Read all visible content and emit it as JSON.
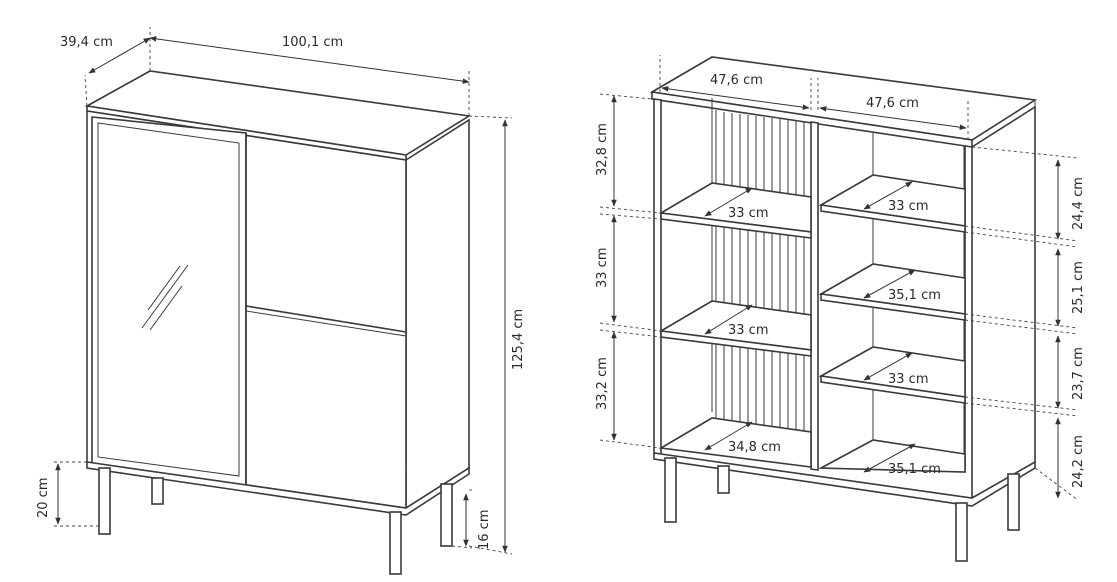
{
  "front_view": {
    "depth": "39,4 cm",
    "width": "100,1 cm",
    "total_height": "125,4 cm",
    "leg_height_front": "20 cm",
    "leg_height_back": "16 cm"
  },
  "open_view": {
    "left_width": "47,6 cm",
    "right_width": "47,6 cm",
    "left_heights": [
      "32,8 cm",
      "33 cm",
      "33,2 cm"
    ],
    "right_heights": [
      "24,4 cm",
      "25,1 cm",
      "23,7 cm",
      "24,2 cm"
    ],
    "left_shelf_depths": [
      "33 cm",
      "33 cm",
      "34,8 cm"
    ],
    "right_shelf_depths": [
      "33 cm",
      "35,1 cm",
      "33 cm",
      "35,1 cm"
    ]
  },
  "colors": {
    "line": "#3a3a3a",
    "background": "#ffffff"
  }
}
